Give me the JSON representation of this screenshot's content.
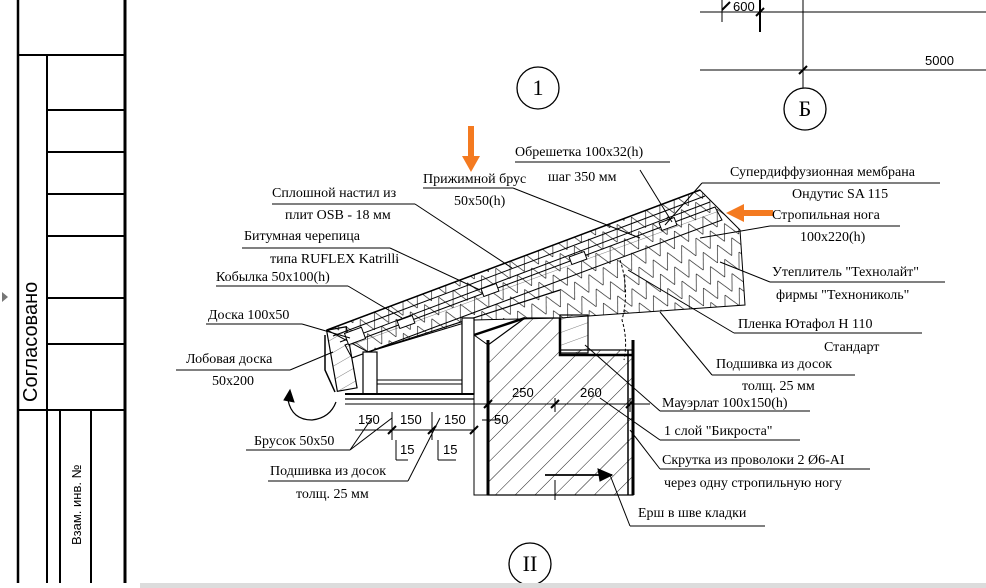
{
  "sidebar": {
    "approved": "Согласовано",
    "inv_no": "Взам. инв. №"
  },
  "markers": {
    "node1": "1",
    "axisB": "Б",
    "node2": "II"
  },
  "dimensions": {
    "top_600": "600",
    "top_5000": "5000",
    "d250": "250",
    "d260": "260",
    "d150a": "150",
    "d150b": "150",
    "d150c": "150",
    "d50": "50",
    "d15a": "15",
    "d15b": "15"
  },
  "labels": {
    "lathing": "Обрешетка 100х32(h)",
    "lathing_step": "шаг 350 мм",
    "clamp_bar": "Прижимной брус",
    "clamp_size": "50х50(h)",
    "osb": "Сплошной настил из",
    "osb2": "плит OSB - 18 мм",
    "membrane": "Супердиффузионная мембрана",
    "membrane2": "Ондутис SA 115",
    "rafter": "Стропильная нога",
    "rafter2": "100х220(h)",
    "shingles": "Битумная черепица",
    "shingles2": "типа RUFLEX Katrilli",
    "filly": "Кобылка 50х100(h)",
    "insulation": "Утеплитель \"Технолайт\"",
    "insulation2": "фирмы \"Технониколь\"",
    "board": "Доска 100х50",
    "film": "Пленка Ютафол Н 110",
    "film2": "Стандарт",
    "fascia": "Лобовая доска",
    "fascia2": "50х200",
    "lining": "Подшивка из досок",
    "lining2": "толщ. 25 мм",
    "mauerlat": "Мауэрлат 100х150(h)",
    "bikrost": "1 слой \"Бикроста\"",
    "twist": "Скрутка из проволоки 2 Ø6-AI",
    "twist2": "через одну стропильную ногу",
    "batten": "Брусок 50х50",
    "lining_b": "Подшивка из досок",
    "lining_b2": "толщ. 25 мм",
    "ruff": "Ерш в шве кладки"
  },
  "colors": {
    "line": "#000000",
    "accent": "#f47a20"
  }
}
